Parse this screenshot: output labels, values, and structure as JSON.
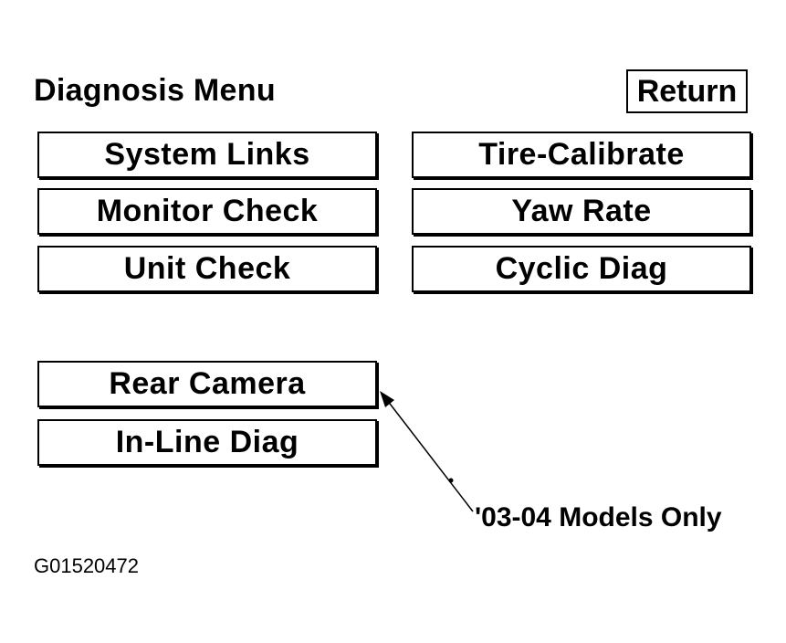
{
  "menu": {
    "title": "Diagnosis Menu",
    "return_label": "Return",
    "left_buttons": [
      "System Links",
      "Monitor Check",
      "Unit Check"
    ],
    "right_buttons": [
      "Tire-Calibrate",
      "Yaw Rate",
      "Cyclic Diag"
    ],
    "optional_buttons": [
      "Rear Camera",
      "In-Line Diag"
    ]
  },
  "annotation": {
    "text": "'03-04 Models Only"
  },
  "figure_id": "G01520472"
}
